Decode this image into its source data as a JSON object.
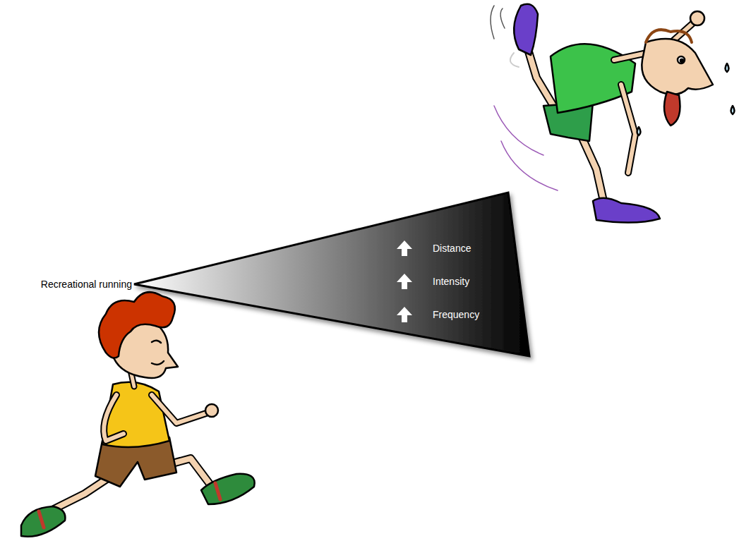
{
  "diagram": {
    "nodes": [
      {
        "text": [
          "Recreational running",
          "Distance",
          "Intensity",
          "Frequency"
        ]
      }
    ]
  }
}
